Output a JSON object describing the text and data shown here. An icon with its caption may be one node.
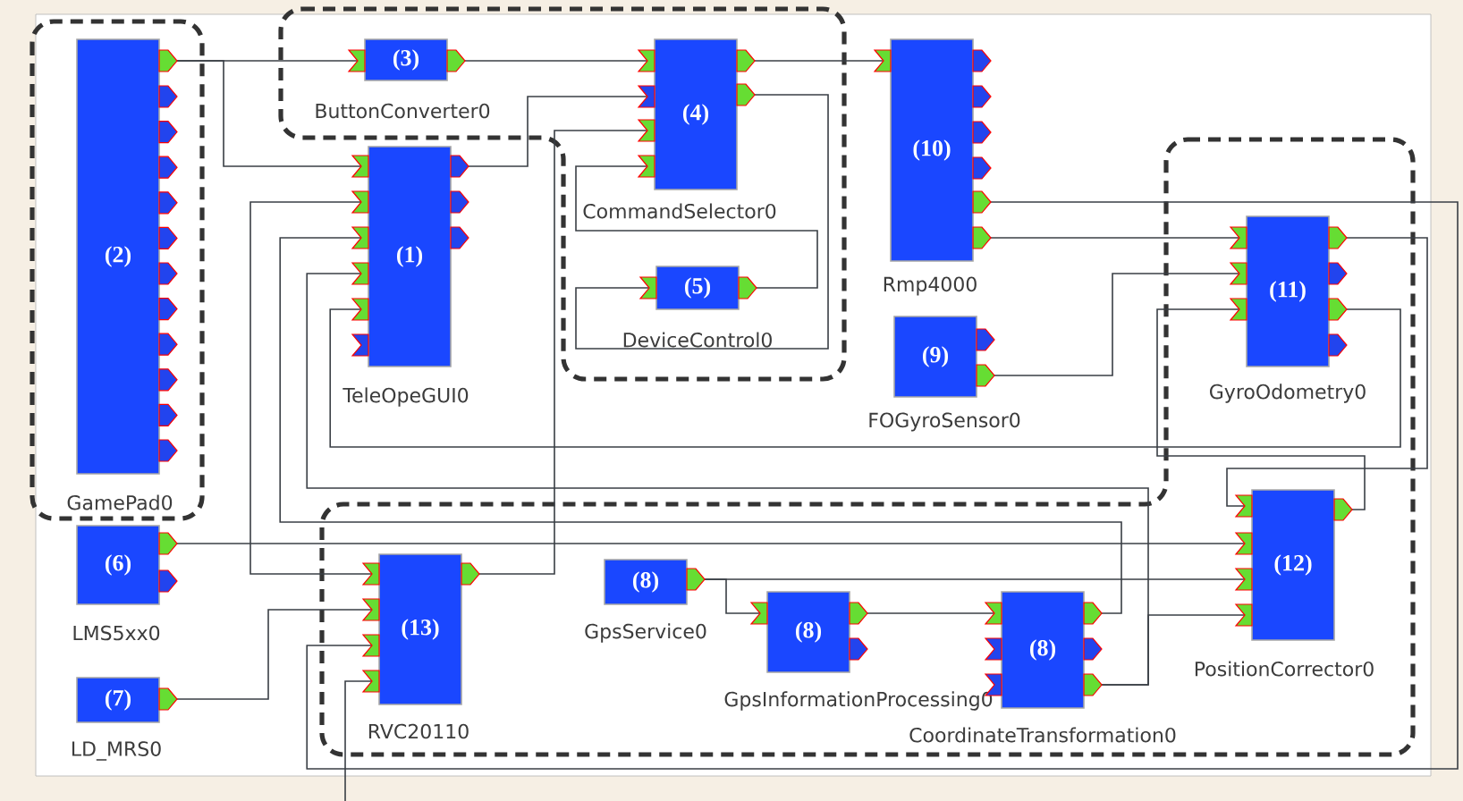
{
  "diagram": {
    "nodes": [
      {
        "text": [
          "(2)"
        ],
        "beside": [
          "GamePad0"
        ]
      },
      {
        "text": [
          "(3)"
        ],
        "beside": [
          "ButtonConverter0"
        ]
      },
      {
        "text": [
          "(4)"
        ],
        "beside": [
          "CommandSelector0"
        ]
      },
      {
        "text": [
          "(1)"
        ],
        "beside": [
          "TeleOpeGUI0"
        ]
      },
      {
        "text": [
          "(5)"
        ],
        "beside": [
          "DeviceControl0"
        ]
      },
      {
        "text": [
          "(10)"
        ],
        "beside": [
          "Rmp4000"
        ]
      },
      {
        "text": [
          "(9)"
        ],
        "beside": [
          "FOGyroSensor0"
        ]
      },
      {
        "text": [
          "(11)"
        ],
        "beside": [
          "GyroOdometry0"
        ]
      },
      {
        "text": [
          "(6)"
        ],
        "beside": [
          "LMS5xx0"
        ]
      },
      {
        "text": [
          "(12)"
        ],
        "beside": [
          "PositionCorrector0"
        ]
      },
      {
        "text": [
          "(13)"
        ],
        "beside": [
          "RVC20110"
        ]
      },
      {
        "text": [
          "(8)"
        ],
        "beside": [
          "GpsService0"
        ]
      },
      {
        "text": [
          "(8)"
        ],
        "beside": [
          "GpsInformationProcessing0"
        ]
      },
      {
        "text": [
          "(8)"
        ],
        "beside": [
          "CoordinateTransformation0"
        ]
      },
      {
        "text": [
          "(7)"
        ],
        "beside": [
          "LD_MRS0"
        ]
      }
    ],
    "edges": [
      {
        "from": 0,
        "to": 1,
        "arrow": "none"
      },
      {
        "from": 0,
        "to": 3,
        "arrow": "none"
      },
      {
        "from": 1,
        "to": 2,
        "arrow": "none"
      },
      {
        "from": 3,
        "to": 2,
        "arrow": "none"
      },
      {
        "from": 2,
        "to": 5,
        "arrow": "none"
      },
      {
        "from": 2,
        "to": 4,
        "arrow": "none"
      },
      {
        "from": 4,
        "to": 2,
        "arrow": "none"
      },
      {
        "from": 10,
        "to": 2,
        "arrow": "none"
      },
      {
        "from": 3,
        "to": 10,
        "arrow": "none"
      },
      {
        "from": 5,
        "to": 7,
        "arrow": "none"
      },
      {
        "from": 6,
        "to": 7,
        "arrow": "none"
      },
      {
        "from": 7,
        "to": 9,
        "arrow": "none"
      },
      {
        "from": 9,
        "to": 7,
        "arrow": "none"
      },
      {
        "from": 7,
        "to": 3,
        "arrow": "none"
      },
      {
        "from": 13,
        "to": 3,
        "arrow": "none"
      },
      {
        "from": 13,
        "to": 3,
        "arrow": "none"
      },
      {
        "from": 13,
        "to": 9,
        "arrow": "none"
      },
      {
        "from": 8,
        "to": 9,
        "arrow": "none"
      },
      {
        "from": 11,
        "to": 12,
        "arrow": "none"
      },
      {
        "from": 11,
        "to": 9,
        "arrow": "none"
      },
      {
        "from": 12,
        "to": 13,
        "arrow": "none"
      },
      {
        "from": 14,
        "to": 10,
        "arrow": "none"
      },
      {
        "from": 5,
        "to": 10,
        "arrow": "none"
      },
      {
        "from": null,
        "to": 10,
        "arrow": "none"
      }
    ]
  }
}
